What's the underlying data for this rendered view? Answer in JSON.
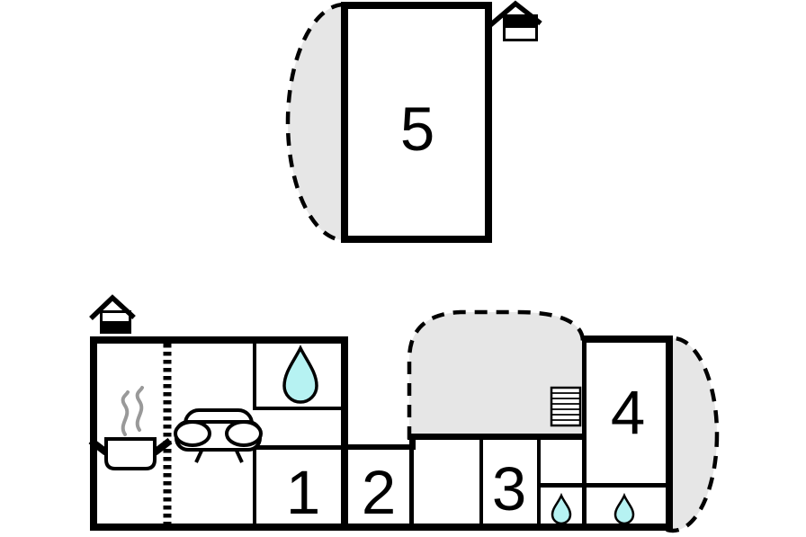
{
  "page": {
    "type": "holiday-home-floor-plan"
  },
  "colors": {
    "wall": "#000000",
    "room_fill": "#ffffff",
    "terrace_fill": "#e6e6e6",
    "water_drop_fill": "#b6f2f2",
    "steam_gray": "#999999",
    "background": "#ffffff"
  },
  "rooms": {
    "r1": "1",
    "r2": "2",
    "r3": "3",
    "r4": "4",
    "r5": "5"
  },
  "icons": {
    "entrance_upper": "house-entrance-icon",
    "entrance_lower": "house-entrance-icon",
    "kitchen": "cooking-pot-icon",
    "living_room": "sofa-icon",
    "bathroom_main": "water-drop-icon",
    "shower_left": "water-drop-icon",
    "shower_right": "water-drop-icon",
    "stairs": "stairs-icon",
    "terrace_upper": "dashed-terrace-area",
    "terrace_middle": "dashed-terrace-area",
    "terrace_right": "dashed-terrace-area",
    "partition": "dotted-partition-wall"
  }
}
